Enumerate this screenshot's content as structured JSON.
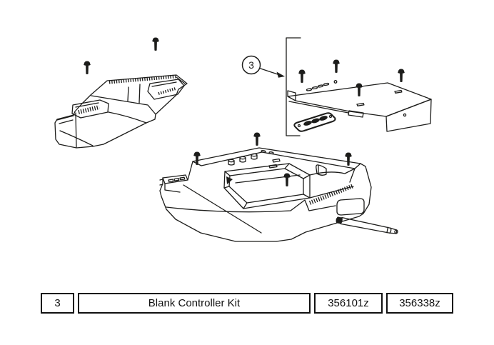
{
  "callout": {
    "label": "3"
  },
  "table": {
    "rows": [
      {
        "ref": "3",
        "description": "Blank Controller Kit",
        "part_number_left": "356101z",
        "part_number_right": "356338z"
      }
    ]
  },
  "icons": {
    "screw": "screw-icon",
    "callout_arrow": "arrow-icon",
    "bracket": "group-bracket"
  },
  "colors": {
    "line": "#1d1d1b",
    "background": "#ffffff",
    "table_border": "#111111",
    "text": "#111111"
  }
}
